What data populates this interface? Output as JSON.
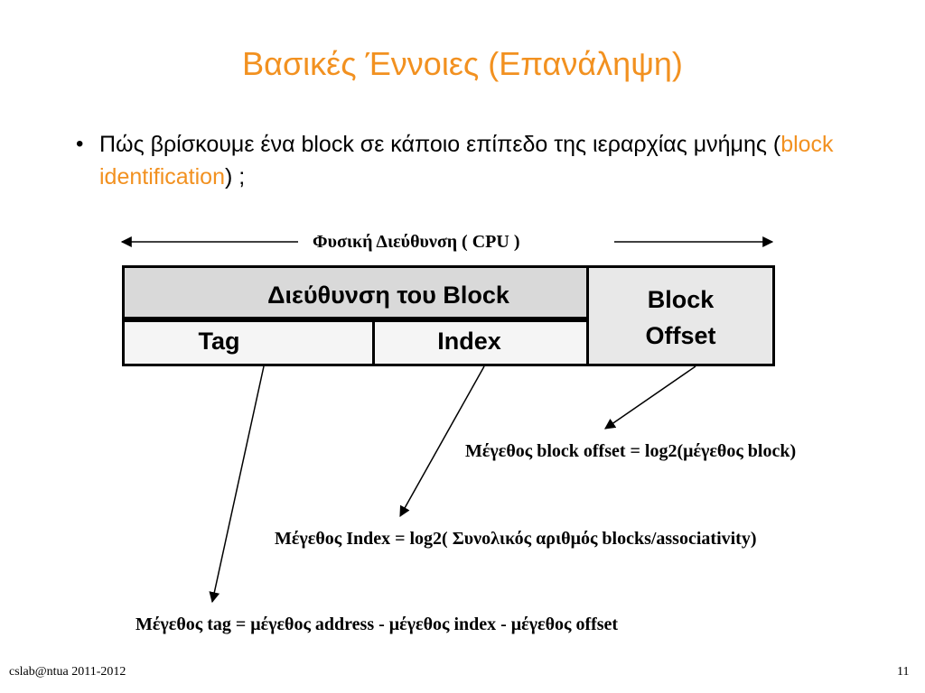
{
  "slide": {
    "title": "Βασικές Έννοιες (Επανάληψη)",
    "bullet": {
      "marker": "•",
      "text_before": "Πώς βρίσκουμε ένα block σε κάποιο επίπεδο της ιεραρχίας μνήμης (",
      "highlight": "block identification",
      "text_after": ") ;"
    }
  },
  "diagram": {
    "physical_address_label": "Φυσική Διεύθυνση ( CPU )",
    "block_address_label": "Διεύθυνση του Block",
    "tag_label": "Tag",
    "index_label": "Index",
    "offset_label_line1": "Block",
    "offset_label_line2": "Offset",
    "offset_formula": "Μέγεθος block offset  = log2(μέγεθος block)",
    "index_formula": "Μέγεθος Index  = log2( Συνολικός αριθμός blocks/associativity)",
    "tag_formula": "Μέγεθος tag = μέγεθος address - μέγεθος index - μέγεθος offset"
  },
  "footer": {
    "left": "cslab@ntua 2011-2012",
    "page_number": "11"
  },
  "colors": {
    "accent": "#f29120",
    "block_address_fill": "#d9d9d9",
    "tag_index_fill": "#f5f5f5",
    "offset_fill": "#e8e8e8"
  }
}
